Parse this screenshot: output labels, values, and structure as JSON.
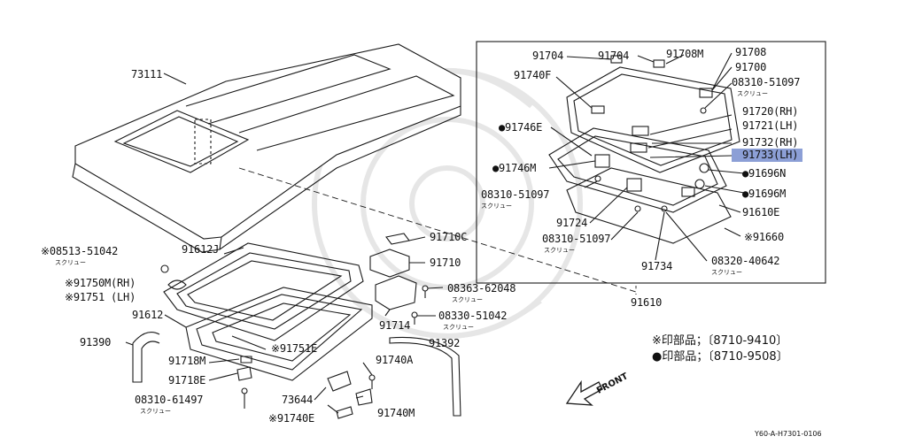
{
  "labels": {
    "p73111": "73111",
    "p91612j": "91612J",
    "p08513": "※08513-51042",
    "p08513_sub": "スクリュー",
    "p91750": "※91750M(RH)",
    "p91751": "※91751 (LH)",
    "p91612": "91612",
    "p91390": "91390",
    "p91718m": "91718M",
    "p91718e": "91718E",
    "p08310_61497": "08310-61497",
    "p08310_61497_sub": "スクリュー",
    "p73644": "73644",
    "p91740e": "※91740E",
    "p91751e": "※91751E",
    "p91740a": "91740A",
    "p91740m": "91740M",
    "p91392": "91392",
    "p91714": "91714",
    "p91710c": "91710C",
    "p91710": "91710",
    "p08363": "08363-62048",
    "p08363_sub": "スクリュー",
    "p08330": "08330-51042",
    "p08330_sub": "スクリュー",
    "p91610": "91610",
    "p91704a": "91704",
    "p91704b": "91704",
    "p91708m": "91708M",
    "p91708": "91708",
    "p91700": "91700",
    "p91740f": "91740F",
    "p08310_51097a": "08310-51097",
    "p08310_51097a_sub": "スクリュー",
    "p91720": "91720(RH)",
    "p91721": "91721(LH)",
    "p91746e": "●91746E",
    "p91732": "91732(RH)",
    "p91733": "91733(LH)",
    "p91746m": "●91746M",
    "p91696n": "●91696N",
    "p08310_51097b": "08310-51097",
    "p08310_51097b_sub": "スクリュー",
    "p91696m": "●91696M",
    "p91610e": "91610E",
    "p91724": "91724",
    "p91660": "※91660",
    "p08310_51097c": "08310-51097",
    "p08310_51097c_sub": "スクリュー",
    "p91734": "91734",
    "p08320": "08320-40642",
    "p08320_sub": "スクリュー"
  },
  "legend": {
    "line1": "※印部品；〔8710-9410〕",
    "line2": "●印部品；〔8710-9508〕"
  },
  "front_label": "FRONT",
  "drawing_code": "Y60-A-H7301-0106",
  "colors": {
    "line": "#1a1a1a",
    "highlight": "#8c9fd6",
    "watermark": "#d9d9d9"
  }
}
